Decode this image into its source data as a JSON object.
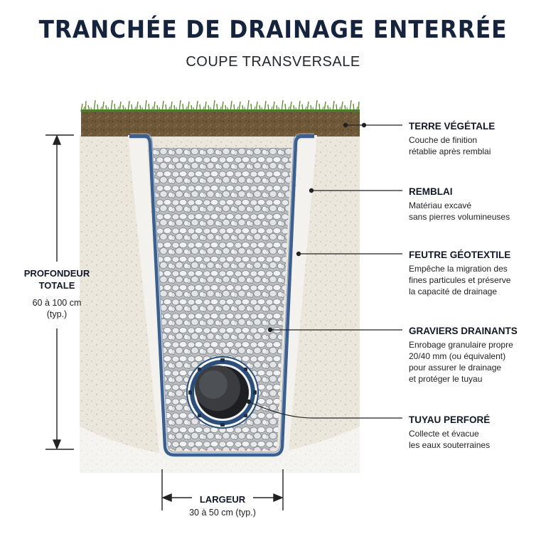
{
  "title": "TRANCHÉE DE DRAINAGE ENTERRÉE",
  "subtitle": "COUPE TRANSVERSALE",
  "callouts": [
    {
      "name": "TERRE VÉGÉTALE",
      "desc": "Couche de finition\nrétablie après remblai"
    },
    {
      "name": "REMBLAI",
      "desc": "Matériau excavé\nsans pierres volumineuses"
    },
    {
      "name": "FEUTRE GÉOTEXTILE",
      "desc": "Empêche la migration des\nfines particules et préserve\nla capacité de drainage"
    },
    {
      "name": "GRAVIERS DRAINANTS",
      "desc": "Enrobage granulaire propre\n20/40 mm (ou équivalent)\npour assurer le drainage\net protéger le tuyau"
    },
    {
      "name": "TUYAU PERFORÉ",
      "desc": "Collecte et évacue\nles eaux souterraines"
    }
  ],
  "depth": {
    "name": "PROFONDEUR\nTOTALE",
    "desc": "60 à 100 cm\n(typ.)"
  },
  "width": {
    "name": "LARGEUR",
    "desc": "30 à 50 cm (typ.)"
  },
  "colors": {
    "grass": "#5f8f32",
    "topsoil": "#6b5538",
    "backfill": "#ebe6dc",
    "geotextile": "#3b5f8f",
    "gravel": "#d9dbdd",
    "pipe": "#2b4f7a",
    "title": "#15233d"
  }
}
